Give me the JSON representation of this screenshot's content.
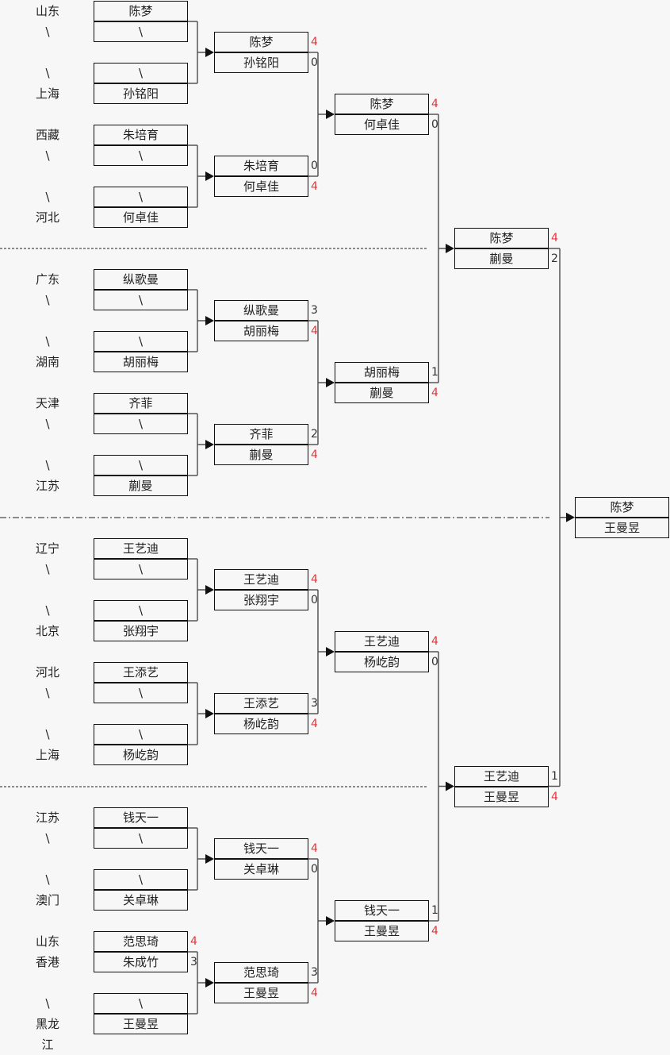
{
  "colors": {
    "winner_score": "#e8333a",
    "loser_score": "#333333",
    "line": "#111111",
    "connector": "#555555",
    "background": "#f7f7f7"
  },
  "round1": [
    {
      "top": {
        "region": "山东",
        "name": "陈梦"
      },
      "bottom": {
        "region": "\\",
        "name": "\\"
      },
      "scores": null
    },
    {
      "top": {
        "region": "\\",
        "name": "\\"
      },
      "bottom": {
        "region": "上海",
        "name": "孙铭阳"
      },
      "scores": null
    },
    {
      "top": {
        "region": "西藏",
        "name": "朱培育"
      },
      "bottom": {
        "region": "\\",
        "name": "\\"
      },
      "scores": null
    },
    {
      "top": {
        "region": "\\",
        "name": "\\"
      },
      "bottom": {
        "region": "河北",
        "name": "何卓佳"
      },
      "scores": null
    },
    {
      "top": {
        "region": "广东",
        "name": "纵歌曼"
      },
      "bottom": {
        "region": "\\",
        "name": "\\"
      },
      "scores": null
    },
    {
      "top": {
        "region": "\\",
        "name": "\\"
      },
      "bottom": {
        "region": "湖南",
        "name": "胡丽梅"
      },
      "scores": null
    },
    {
      "top": {
        "region": "天津",
        "name": "齐菲"
      },
      "bottom": {
        "region": "\\",
        "name": "\\"
      },
      "scores": null
    },
    {
      "top": {
        "region": "\\",
        "name": "\\"
      },
      "bottom": {
        "region": "江苏",
        "name": "蒯曼"
      },
      "scores": null
    },
    {
      "top": {
        "region": "辽宁",
        "name": "王艺迪"
      },
      "bottom": {
        "region": "\\",
        "name": "\\"
      },
      "scores": null
    },
    {
      "top": {
        "region": "\\",
        "name": "\\"
      },
      "bottom": {
        "region": "北京",
        "name": "张翔宇"
      },
      "scores": null
    },
    {
      "top": {
        "region": "河北",
        "name": "王添艺"
      },
      "bottom": {
        "region": "\\",
        "name": "\\"
      },
      "scores": null
    },
    {
      "top": {
        "region": "\\",
        "name": "\\"
      },
      "bottom": {
        "region": "上海",
        "name": "杨屹韵"
      },
      "scores": null
    },
    {
      "top": {
        "region": "江苏",
        "name": "钱天一"
      },
      "bottom": {
        "region": "\\",
        "name": "\\"
      },
      "scores": null
    },
    {
      "top": {
        "region": "\\",
        "name": "\\"
      },
      "bottom": {
        "region": "澳门",
        "name": "关卓琳"
      },
      "scores": null
    },
    {
      "top": {
        "region": "山东",
        "name": "范思琦"
      },
      "bottom": {
        "region": "香港",
        "name": "朱成竹"
      },
      "scores": [
        "4",
        "3"
      ],
      "winner": 0
    },
    {
      "top": {
        "region": "\\",
        "name": "\\"
      },
      "bottom": {
        "region": "黑龙江",
        "name": "王曼昱"
      },
      "scores": null
    }
  ],
  "round2": [
    {
      "players": [
        "陈梦",
        "孙铭阳"
      ],
      "scores": [
        "4",
        "0"
      ],
      "winner": 0
    },
    {
      "players": [
        "朱培育",
        "何卓佳"
      ],
      "scores": [
        "0",
        "4"
      ],
      "winner": 1
    },
    {
      "players": [
        "纵歌曼",
        "胡丽梅"
      ],
      "scores": [
        "3",
        "4"
      ],
      "winner": 1
    },
    {
      "players": [
        "齐菲",
        "蒯曼"
      ],
      "scores": [
        "2",
        "4"
      ],
      "winner": 1
    },
    {
      "players": [
        "王艺迪",
        "张翔宇"
      ],
      "scores": [
        "4",
        "0"
      ],
      "winner": 0
    },
    {
      "players": [
        "王添艺",
        "杨屹韵"
      ],
      "scores": [
        "3",
        "4"
      ],
      "winner": 1
    },
    {
      "players": [
        "钱天一",
        "关卓琳"
      ],
      "scores": [
        "4",
        "0"
      ],
      "winner": 0
    },
    {
      "players": [
        "范思琦",
        "王曼昱"
      ],
      "scores": [
        "3",
        "4"
      ],
      "winner": 1
    }
  ],
  "round3": [
    {
      "players": [
        "陈梦",
        "何卓佳"
      ],
      "scores": [
        "4",
        "0"
      ],
      "winner": 0
    },
    {
      "players": [
        "胡丽梅",
        "蒯曼"
      ],
      "scores": [
        "1",
        "4"
      ],
      "winner": 1
    },
    {
      "players": [
        "王艺迪",
        "杨屹韵"
      ],
      "scores": [
        "4",
        "0"
      ],
      "winner": 0
    },
    {
      "players": [
        "钱天一",
        "王曼昱"
      ],
      "scores": [
        "1",
        "4"
      ],
      "winner": 1
    }
  ],
  "round4": [
    {
      "players": [
        "陈梦",
        "蒯曼"
      ],
      "scores": [
        "4",
        "2"
      ],
      "winner": 0
    },
    {
      "players": [
        "王艺迪",
        "王曼昱"
      ],
      "scores": [
        "1",
        "4"
      ],
      "winner": 1
    }
  ],
  "final": {
    "players": [
      "陈梦",
      "王曼昱"
    ]
  }
}
